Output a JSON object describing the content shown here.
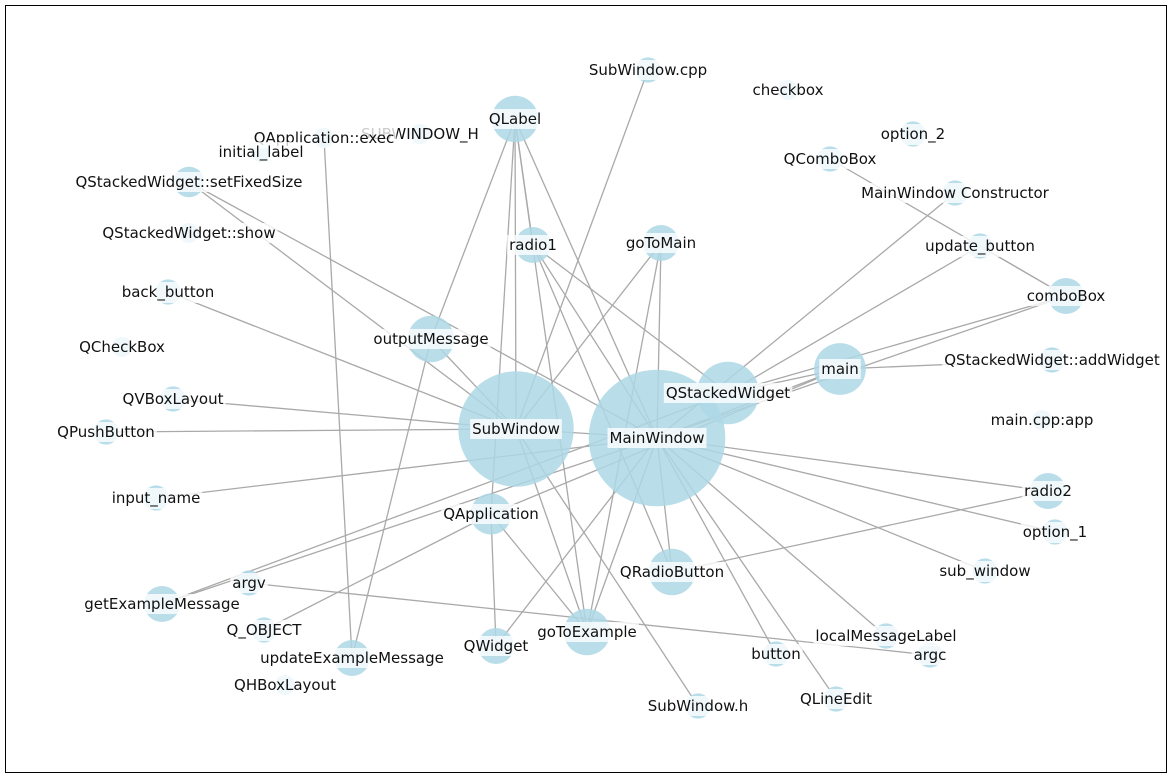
{
  "colors": {
    "node_fill": "#add8e6",
    "edge_stroke": "#a9a9a9",
    "label_bg": "#ffffff",
    "label_text": "#111111"
  },
  "graph": {
    "nodes": [
      {
        "id": "SubWindow.cpp",
        "label": "SubWindow.cpp",
        "weight": 1
      },
      {
        "id": "checkbox",
        "label": "checkbox",
        "weight": 0
      },
      {
        "id": "QLabel",
        "label": "QLabel",
        "weight": 5
      },
      {
        "id": "SUBWINDOW_H",
        "label": "SUBWINDOW_H",
        "weight": 0
      },
      {
        "id": "QApplication::exec",
        "label": "QApplication::exec",
        "weight": 0
      },
      {
        "id": "initial_label",
        "label": "initial_label",
        "weight": 0
      },
      {
        "id": "option_2",
        "label": "option_2",
        "weight": 1
      },
      {
        "id": "QComboBox",
        "label": "QComboBox",
        "weight": 1
      },
      {
        "id": "MainWindow Constructor",
        "label": "MainWindow Constructor",
        "weight": 1
      },
      {
        "id": "QStackedWidget::setFixedSize",
        "label": "QStackedWidget::setFixedSize",
        "weight": 2
      },
      {
        "id": "QStackedWidget::show",
        "label": "QStackedWidget::show",
        "weight": 0
      },
      {
        "id": "radio1",
        "label": "radio1",
        "weight": 3
      },
      {
        "id": "goToMain",
        "label": "goToMain",
        "weight": 3
      },
      {
        "id": "update_button",
        "label": "update_button",
        "weight": 1
      },
      {
        "id": "back_button",
        "label": "back_button",
        "weight": 1
      },
      {
        "id": "comboBox",
        "label": "comboBox",
        "weight": 3
      },
      {
        "id": "outputMessage",
        "label": "outputMessage",
        "weight": 5
      },
      {
        "id": "QCheckBox",
        "label": "QCheckBox",
        "weight": 0
      },
      {
        "id": "main",
        "label": "main",
        "weight": 6
      },
      {
        "id": "QStackedWidget::addWidget",
        "label": "QStackedWidget::addWidget",
        "weight": 1
      },
      {
        "id": "QStackedWidget",
        "label": "QStackedWidget",
        "weight": 8
      },
      {
        "id": "QVBoxLayout",
        "label": "QVBoxLayout",
        "weight": 1
      },
      {
        "id": "main.cpp:app",
        "label": "main.cpp:app",
        "weight": 0
      },
      {
        "id": "QPushButton",
        "label": "QPushButton",
        "weight": 1
      },
      {
        "id": "SubWindow",
        "label": "SubWindow",
        "weight": 18
      },
      {
        "id": "MainWindow",
        "label": "MainWindow",
        "weight": 22
      },
      {
        "id": "input_name",
        "label": "input_name",
        "weight": 1
      },
      {
        "id": "radio2",
        "label": "radio2",
        "weight": 3
      },
      {
        "id": "QApplication",
        "label": "QApplication",
        "weight": 4
      },
      {
        "id": "option_1",
        "label": "option_1",
        "weight": 1
      },
      {
        "id": "QRadioButton",
        "label": "QRadioButton",
        "weight": 5
      },
      {
        "id": "sub_window",
        "label": "sub_window",
        "weight": 1
      },
      {
        "id": "argv",
        "label": "argv",
        "weight": 1
      },
      {
        "id": "getExampleMessage",
        "label": "getExampleMessage",
        "weight": 3
      },
      {
        "id": "Q_OBJECT",
        "label": "Q_OBJECT",
        "weight": 1
      },
      {
        "id": "localMessageLabel",
        "label": "localMessageLabel",
        "weight": 1
      },
      {
        "id": "updateExampleMessage",
        "label": "updateExampleMessage",
        "weight": 3
      },
      {
        "id": "QWidget",
        "label": "QWidget",
        "weight": 3
      },
      {
        "id": "goToExample",
        "label": "goToExample",
        "weight": 5
      },
      {
        "id": "button",
        "label": "button",
        "weight": 1
      },
      {
        "id": "argc",
        "label": "argc",
        "weight": 1
      },
      {
        "id": "QHBoxLayout",
        "label": "QHBoxLayout",
        "weight": 0
      },
      {
        "id": "QLineEdit",
        "label": "QLineEdit",
        "weight": 1
      },
      {
        "id": "SubWindow.h",
        "label": "SubWindow.h",
        "weight": 1
      }
    ],
    "edges": [
      [
        "SubWindow",
        "SubWindow.cpp"
      ],
      [
        "SubWindow",
        "QLabel"
      ],
      [
        "MainWindow",
        "QLabel"
      ],
      [
        "QLabel",
        "radio1"
      ],
      [
        "QLabel",
        "QApplication"
      ],
      [
        "QLabel",
        "goToExample"
      ],
      [
        "SubWindow",
        "QStackedWidget::setFixedSize"
      ],
      [
        "MainWindow",
        "QStackedWidget::setFixedSize"
      ],
      [
        "MainWindow",
        "MainWindow Constructor"
      ],
      [
        "QComboBox",
        "comboBox"
      ],
      [
        "MainWindow",
        "radio1"
      ],
      [
        "MainWindow",
        "goToMain"
      ],
      [
        "SubWindow",
        "goToMain"
      ],
      [
        "SubWindow",
        "back_button"
      ],
      [
        "MainWindow",
        "comboBox"
      ],
      [
        "QStackedWidget",
        "main"
      ],
      [
        "main",
        "QStackedWidget::addWidget"
      ],
      [
        "MainWindow",
        "main"
      ],
      [
        "main",
        "QApplication"
      ],
      [
        "SubWindow",
        "QVBoxLayout"
      ],
      [
        "SubWindow",
        "QPushButton"
      ],
      [
        "MainWindow",
        "input_name"
      ],
      [
        "SubWindow",
        "MainWindow"
      ],
      [
        "MainWindow",
        "radio2"
      ],
      [
        "MainWindow",
        "option_1"
      ],
      [
        "MainWindow",
        "sub_window"
      ],
      [
        "MainWindow",
        "QRadioButton"
      ],
      [
        "radio2",
        "QRadioButton"
      ],
      [
        "QApplication",
        "Q_OBJECT"
      ],
      [
        "QApplication",
        "QWidget"
      ],
      [
        "QApplication",
        "goToExample"
      ],
      [
        "SubWindow",
        "outputMessage"
      ],
      [
        "outputMessage",
        "updateExampleMessage"
      ],
      [
        "outputMessage",
        "QLabel"
      ],
      [
        "argv",
        "argc"
      ],
      [
        "MainWindow",
        "getExampleMessage"
      ],
      [
        "MainWindow",
        "localMessageLabel"
      ],
      [
        "MainWindow",
        "button"
      ],
      [
        "MainWindow",
        "QLineEdit"
      ],
      [
        "MainWindow",
        "goToExample"
      ],
      [
        "MainWindow",
        "QWidget"
      ],
      [
        "SubWindow",
        "SubWindow.h"
      ],
      [
        "SubWindow",
        "goToExample"
      ],
      [
        "QStackedWidget",
        "radio1"
      ],
      [
        "QStackedWidget",
        "update_button"
      ],
      [
        "QStackedWidget",
        "comboBox"
      ],
      [
        "QStackedWidget",
        "getExampleMessage"
      ],
      [
        "QRadioButton",
        "radio1"
      ],
      [
        "goToExample",
        "goToMain"
      ],
      [
        "QApplication::exec",
        "updateExampleMessage"
      ],
      [
        "update_button",
        "comboBox"
      ]
    ]
  }
}
